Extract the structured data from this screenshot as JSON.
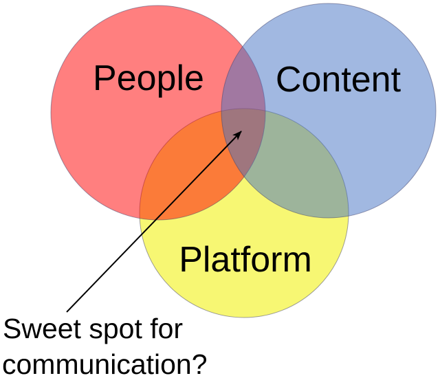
{
  "venn": {
    "sets": [
      {
        "id": "people",
        "label": "People",
        "color": "#FF0000"
      },
      {
        "id": "content",
        "label": "Content",
        "color": "#4472C4"
      },
      {
        "id": "platform",
        "label": "Platform",
        "color": "#F0F000"
      }
    ],
    "annotation": {
      "line1": "Sweet spot for",
      "line2": "communication?",
      "target": "triple-intersection"
    },
    "colors": {
      "circle_stroke": "#40406A",
      "arrow": "#000000",
      "text": "#000000",
      "background": "#FFFFFF",
      "observed_overlaps": {
        "people_content": "#A178A1",
        "people_platform": "#FB8A3E",
        "content_platform": "#9FB69F",
        "center": "#9F767E"
      }
    }
  }
}
